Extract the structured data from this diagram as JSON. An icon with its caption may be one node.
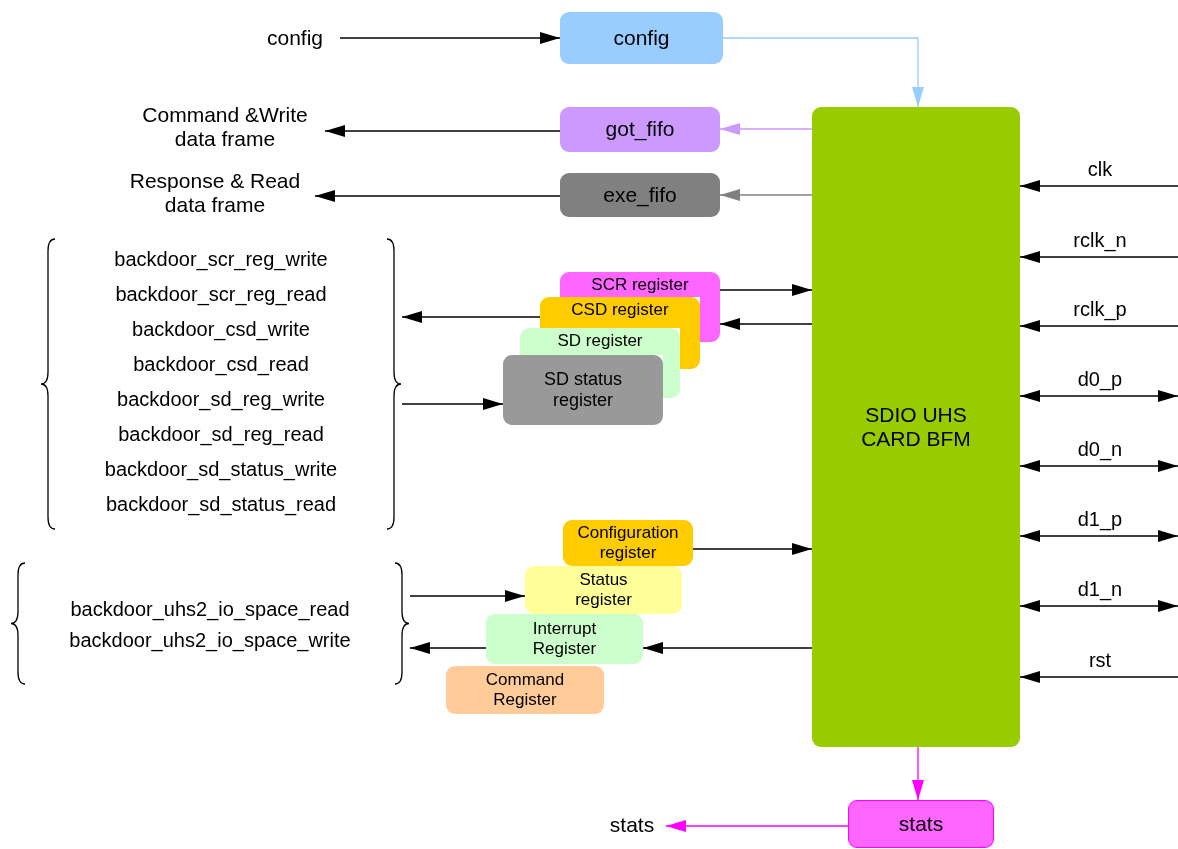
{
  "diagram": {
    "nodes": [
      {
        "text": [
          "config"
        ]
      },
      {
        "text": [
          "config"
        ]
      },
      {
        "text": [
          "Command &Write data frame"
        ]
      },
      {
        "text": [
          "got_fifo"
        ]
      },
      {
        "text": [
          "Response & Read data frame"
        ]
      },
      {
        "text": [
          "exe_fifo"
        ]
      },
      {
        "text": [
          "backdoor_scr_reg_write",
          "backdoor_scr_reg_read",
          "backdoor_csd_write",
          "backdoor_csd_read",
          "backdoor_sd_reg_write",
          "backdoor_sd_reg_read",
          "backdoor_sd_status_write",
          "backdoor_sd_status_read"
        ]
      },
      {
        "text": [
          "SCR  register"
        ]
      },
      {
        "text": [
          "CSD register"
        ]
      },
      {
        "text": [
          "SD register"
        ]
      },
      {
        "text": [
          "SD status register"
        ]
      },
      {
        "text": [
          "SDIO UHS CARD BFM"
        ]
      },
      {
        "text": [
          "Configuration register"
        ]
      },
      {
        "text": [
          "backdoor_uhs2_io_space_read",
          "backdoor_uhs2_io_space_write"
        ]
      },
      {
        "text": [
          "Status register"
        ]
      },
      {
        "text": [
          "Interrupt Register"
        ]
      },
      {
        "text": [
          "Command Register"
        ]
      },
      {
        "text": [
          "stats"
        ]
      },
      {
        "text": [
          "stats"
        ]
      }
    ],
    "edges": [
      {
        "from": 0,
        "to": 1,
        "arrow": "to"
      },
      {
        "from": 1,
        "to": 11,
        "arrow": "to",
        "color": "#99ccff"
      },
      {
        "from": 11,
        "to": 3,
        "arrow": "to",
        "color": "#cc99ff"
      },
      {
        "from": 3,
        "to": 2,
        "arrow": "to"
      },
      {
        "from": 11,
        "to": 5,
        "arrow": "to",
        "color": "#808080"
      },
      {
        "from": 5,
        "to": 4,
        "arrow": "to"
      },
      {
        "from": 7,
        "to": 11,
        "arrow": "to"
      },
      {
        "from": 8,
        "to": 6,
        "arrow": "to"
      },
      {
        "from": 11,
        "to": 7,
        "arrow": "to"
      },
      {
        "from": 6,
        "to": 10,
        "arrow": "to"
      },
      {
        "from": 12,
        "to": 11,
        "arrow": "to"
      },
      {
        "from": 13,
        "to": 14,
        "arrow": "to"
      },
      {
        "from": 11,
        "to": 15,
        "arrow": "to"
      },
      {
        "from": 15,
        "to": 13,
        "arrow": "to"
      },
      {
        "from": 11,
        "to": 17,
        "arrow": "to",
        "color": "#ff00ff"
      },
      {
        "from": 17,
        "to": 18,
        "arrow": "to",
        "color": "#ff00ff"
      },
      {
        "from": null,
        "to": 11,
        "arrow": "to",
        "label": "clk"
      },
      {
        "from": null,
        "to": 11,
        "arrow": "to",
        "label": "rclk_n"
      },
      {
        "from": null,
        "to": 11,
        "arrow": "to",
        "label": "rclk_p"
      },
      {
        "from": 11,
        "to": null,
        "arrow": "both",
        "label": "d0_p"
      },
      {
        "from": 11,
        "to": null,
        "arrow": "both",
        "label": "d0_n"
      },
      {
        "from": 11,
        "to": null,
        "arrow": "both",
        "label": "d1_p"
      },
      {
        "from": 11,
        "to": null,
        "arrow": "both",
        "label": "d1_n"
      },
      {
        "from": null,
        "to": 11,
        "arrow": "to",
        "label": "rst"
      }
    ]
  }
}
